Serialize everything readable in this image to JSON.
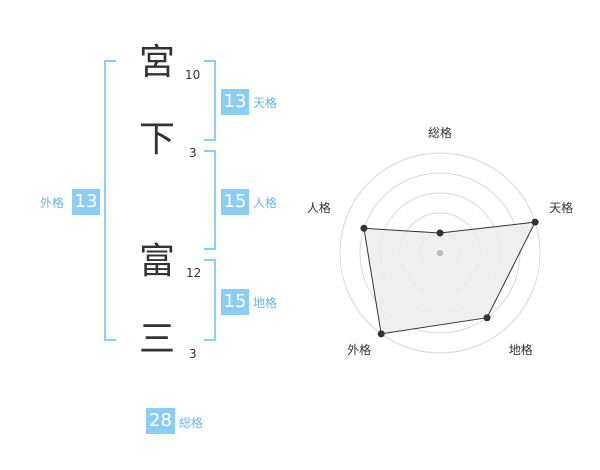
{
  "name": {
    "chars": [
      {
        "char": "宮",
        "strokes": "10"
      },
      {
        "char": "下",
        "strokes": "3"
      },
      {
        "char": "富",
        "strokes": "12"
      },
      {
        "char": "三",
        "strokes": "3"
      }
    ]
  },
  "fortunes": {
    "gaikaku": {
      "value": "13",
      "label": "外格"
    },
    "tenkaku": {
      "value": "13",
      "label": "天格"
    },
    "jinkaku": {
      "value": "15",
      "label": "人格"
    },
    "chikaku": {
      "value": "15",
      "label": "地格"
    },
    "soukaku": {
      "value": "28",
      "label": "総格"
    }
  },
  "chart_data": {
    "type": "radar",
    "axes": [
      "総格",
      "天格",
      "地格",
      "外格",
      "人格"
    ],
    "values": [
      1,
      5,
      4,
      5,
      4
    ],
    "max": 5,
    "rings": 5,
    "colors": {
      "fill": "#ececec",
      "stroke": "#333333",
      "grid": "#d9d9d9",
      "center": "#bbbbbb"
    }
  }
}
